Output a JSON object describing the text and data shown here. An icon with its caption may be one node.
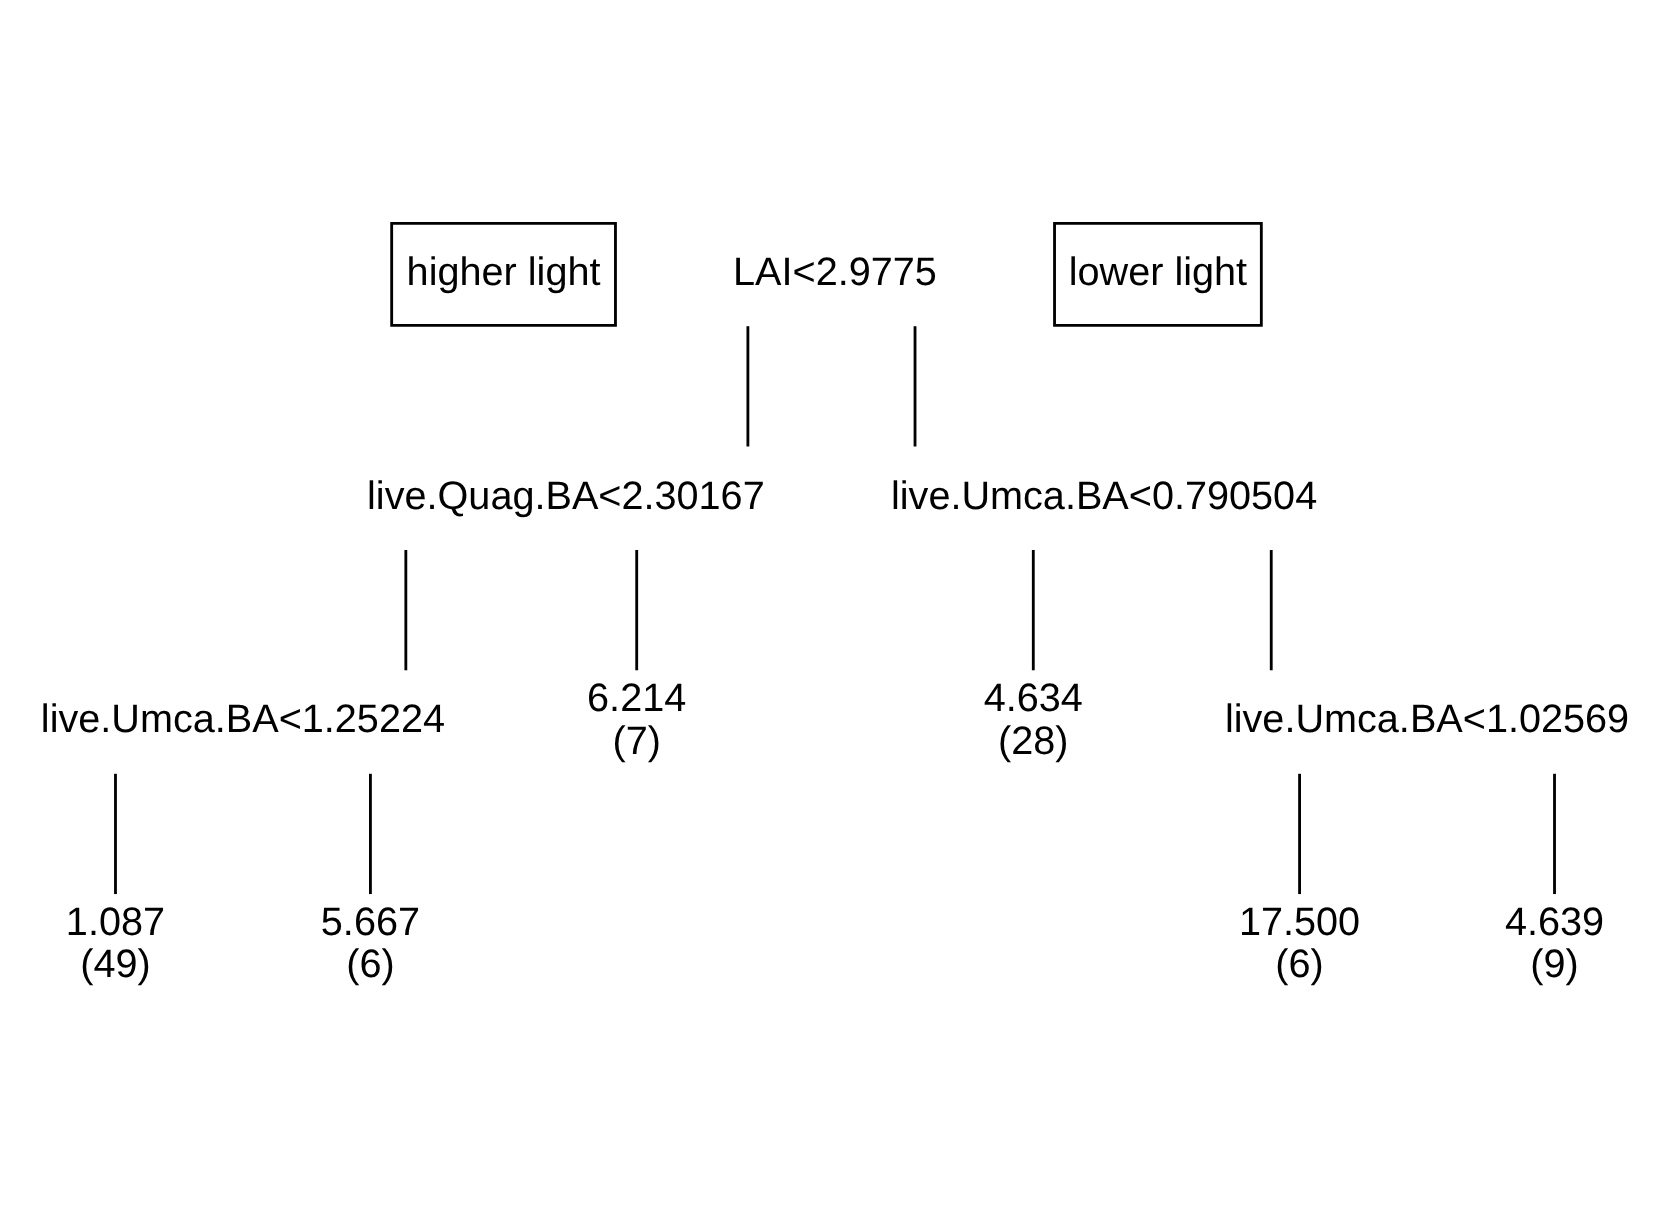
{
  "diagram": {
    "nodes": [
      {
        "text": [
          "higher light"
        ]
      },
      {
        "text": [
          "lower light"
        ]
      },
      {
        "text": [
          "LAI<2.9775"
        ]
      },
      {
        "text": [
          "live.Quag.BA<2.30167"
        ]
      },
      {
        "text": [
          "live.Umca.BA<0.790504"
        ]
      },
      {
        "text": [
          "live.Umca.BA<1.25224"
        ]
      },
      {
        "text": [
          "6.214",
          "(7)"
        ]
      },
      {
        "text": [
          "1.087",
          "(49)"
        ]
      },
      {
        "text": [
          "5.667",
          "(6)"
        ]
      },
      {
        "text": [
          "4.634",
          "(28)"
        ]
      },
      {
        "text": [
          "live.Umca.BA<1.02569"
        ]
      },
      {
        "text": [
          "17.500",
          "(6)"
        ]
      },
      {
        "text": [
          "4.639",
          "(9)"
        ]
      }
    ],
    "edges": [
      {
        "from": 2,
        "to": 3,
        "arrow": "none"
      },
      {
        "from": 2,
        "to": 4,
        "arrow": "none"
      },
      {
        "from": 3,
        "to": 5,
        "arrow": "none"
      },
      {
        "from": 3,
        "to": 6,
        "arrow": "none"
      },
      {
        "from": 5,
        "to": 7,
        "arrow": "none"
      },
      {
        "from": 5,
        "to": 8,
        "arrow": "none"
      },
      {
        "from": 4,
        "to": 9,
        "arrow": "none"
      },
      {
        "from": 4,
        "to": 10,
        "arrow": "none"
      },
      {
        "from": 10,
        "to": 11,
        "arrow": "none"
      },
      {
        "from": 10,
        "to": 12,
        "arrow": "none"
      }
    ]
  }
}
